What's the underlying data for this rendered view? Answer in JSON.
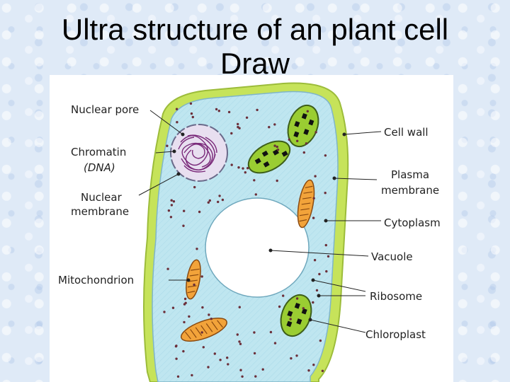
{
  "slide": {
    "title_line1": "Ultra structure of an plant cell",
    "title_line2": "Draw"
  },
  "diagram": {
    "labels": {
      "nuclear_pore": "Nuclear pore",
      "chromatin": "Chromatin",
      "dna": "(DNA)",
      "nuclear_membrane_1": "Nuclear",
      "nuclear_membrane_2": "membrane",
      "mitochondrion": "Mitochondrion",
      "cell_wall": "Cell wall",
      "plasma_membrane_1": "Plasma",
      "plasma_membrane_2": "membrane",
      "cytoplasm": "Cytoplasm",
      "vacuole": "Vacuole",
      "ribosome": "Ribosome",
      "chloroplast": "Chloroplast"
    },
    "colors": {
      "cell_wall": "#c6e35a",
      "cytoplasm": "#bfe6f0",
      "vacuole": "#ffffff",
      "chromatin": "#7a2a7a",
      "chloroplast": "#9acd32",
      "mitochondrion": "#f2a33a",
      "ribosome": "#6b2f3a"
    }
  }
}
